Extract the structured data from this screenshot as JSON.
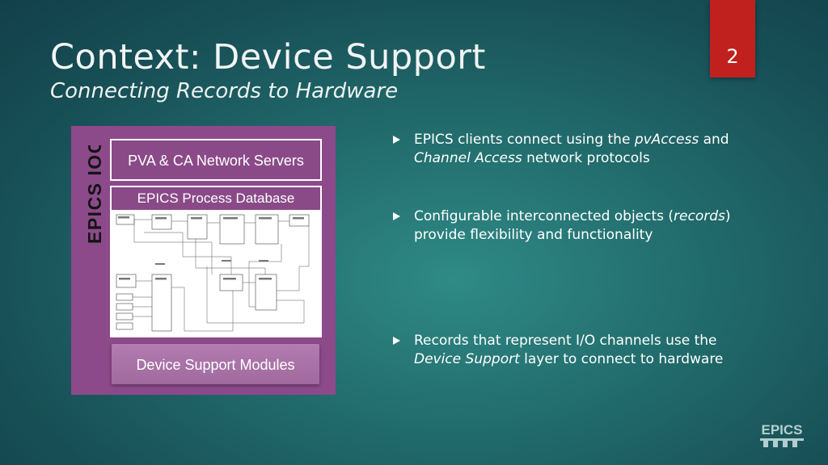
{
  "slide": {
    "title": "Context: Device Support",
    "subtitle": "Connecting Records to Hardware",
    "page_number": "2"
  },
  "diagram": {
    "ioc_label": "EPICS IOC",
    "network_servers": "PVA & CA Network Servers",
    "process_database": "EPICS Process Database",
    "device_support_modules": "Device Support Modules"
  },
  "bullets": [
    {
      "parts": [
        {
          "text": "EPICS clients connect using the ",
          "italic": false
        },
        {
          "text": "pvAccess",
          "italic": true
        },
        {
          "text": " and ",
          "italic": false
        },
        {
          "text": "Channel Access",
          "italic": true
        },
        {
          "text": " network protocols",
          "italic": false
        }
      ]
    },
    {
      "parts": [
        {
          "text": "Configurable interconnected objects (",
          "italic": false
        },
        {
          "text": "records",
          "italic": true
        },
        {
          "text": ") provide flexibility and functionality",
          "italic": false
        }
      ]
    },
    {
      "parts": [
        {
          "text": "Records that represent I/O channels use the ",
          "italic": false
        },
        {
          "text": "Device Support",
          "italic": true
        },
        {
          "text": " layer to connect to hardware",
          "italic": false
        }
      ]
    }
  ],
  "logo": {
    "text": "EPICS",
    "icon": "epics-logo-icon"
  },
  "colors": {
    "ioc_purple": "#8c4a8a",
    "module_purple": "#a06a9e",
    "page_tab_red": "#c0211e",
    "background_teal": "#216a6b"
  }
}
